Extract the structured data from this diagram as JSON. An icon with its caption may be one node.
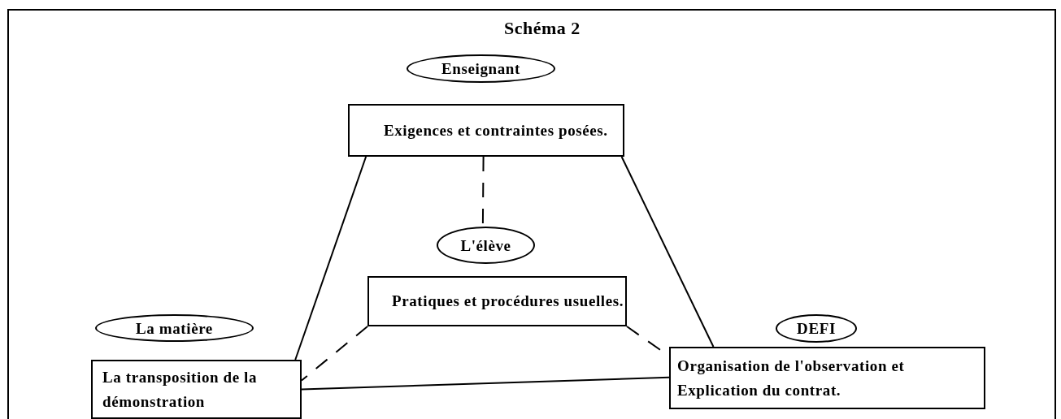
{
  "diagram": {
    "title": "Schéma 2",
    "nodes": [
      {
        "text": [
          "Enseignant"
        ]
      },
      {
        "text": [
          "Exigences et contraintes posées."
        ]
      },
      {
        "text": [
          "L'élève"
        ]
      },
      {
        "text": [
          "Pratiques et procédures usuelles."
        ]
      },
      {
        "text": [
          "La matière"
        ]
      },
      {
        "text": [
          "La transposition de la démonstration"
        ]
      },
      {
        "text": [
          "DEFI"
        ]
      },
      {
        "text": [
          "Organisation de l'observation et Explication du contrat."
        ]
      }
    ],
    "edges": [
      {
        "from": 1,
        "to": 5,
        "arrow": "none"
      },
      {
        "from": 1,
        "to": 7,
        "arrow": "none"
      },
      {
        "from": 1,
        "to": 2,
        "arrow": "none",
        "style": "dashed"
      },
      {
        "from": 3,
        "to": 5,
        "arrow": "none",
        "style": "dashed"
      },
      {
        "from": 3,
        "to": 7,
        "arrow": "none",
        "style": "dashed"
      },
      {
        "from": 5,
        "to": 7,
        "arrow": "none"
      }
    ]
  }
}
